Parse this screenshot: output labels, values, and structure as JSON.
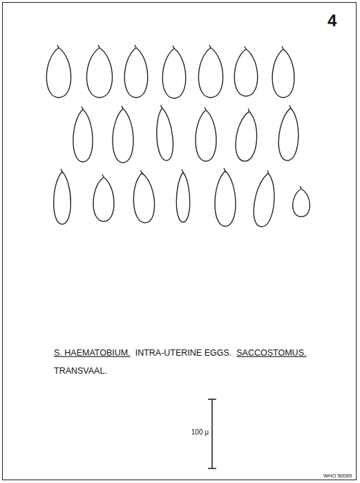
{
  "diagram": {
    "labels": [
      "4",
      "S. HAEMATOBIUM.",
      "INTRA-UTERINE EGGS.",
      "SACCOSTOMUS.",
      "TRANSVAAL.",
      "100 μ",
      "WHO 50069"
    ]
  }
}
